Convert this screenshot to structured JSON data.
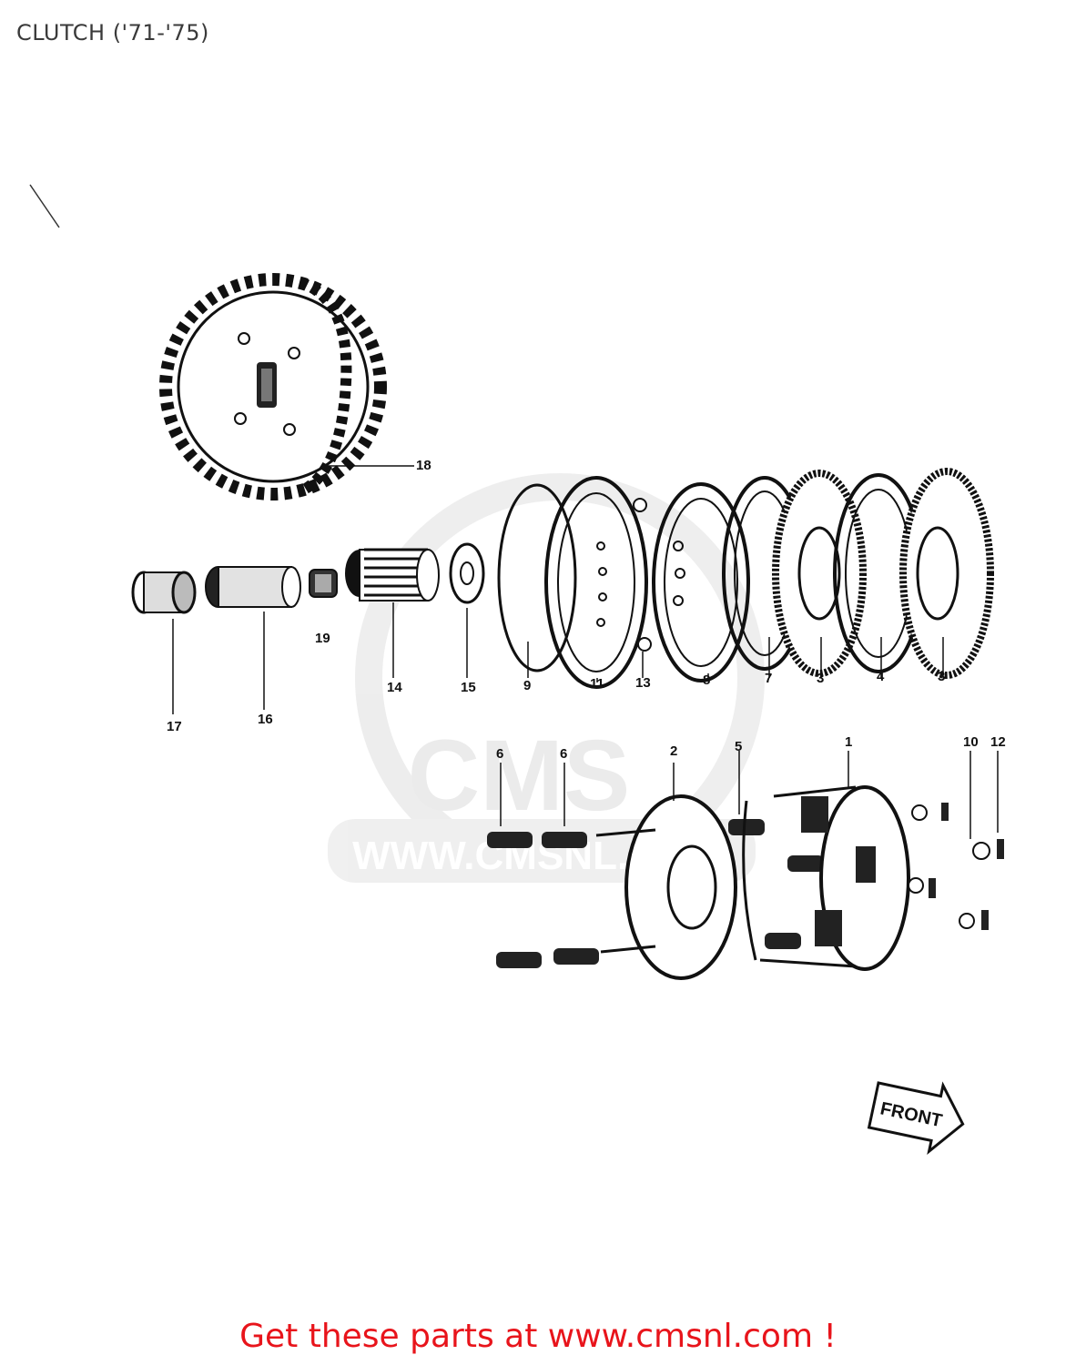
{
  "title": "CLUTCH ('71-'75)",
  "watermark": {
    "logo": "CMS",
    "url": "WWW.CMSNL.COM"
  },
  "callouts": {
    "c1": "1",
    "c2": "2",
    "c3a": "3",
    "c3b": "3",
    "c4": "4",
    "c5": "5",
    "c6a": "6",
    "c6b": "6",
    "c7": "7",
    "c8": "8",
    "c9": "9",
    "c10": "10",
    "c11": "11",
    "c12": "12",
    "c13": "13",
    "c14": "14",
    "c15": "15",
    "c16": "16",
    "c17": "17",
    "c18": "18",
    "c19": "19"
  },
  "front_arrow": "FRONT",
  "footer": "Get these parts at www.cmsnl.com !"
}
